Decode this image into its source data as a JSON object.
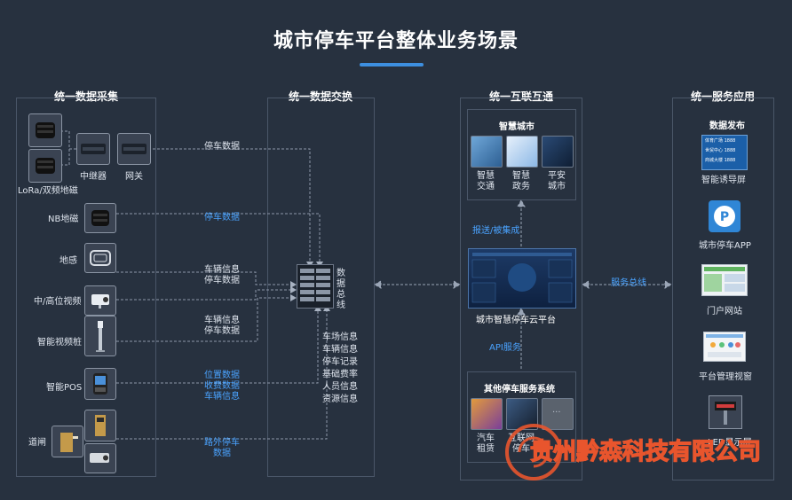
{
  "title": "城市停车平台整体业务场景",
  "columns": {
    "collect": "统一数据采集",
    "exchange": "统一数据交换",
    "interconnect": "统一互联互通",
    "service": "统一服务应用"
  },
  "collect": {
    "lora": "LoRa/双频地磁",
    "relay": "中继器",
    "gateway": "网关",
    "nb": "NB地磁",
    "loop": "地感",
    "video": "中/高位视频",
    "pile": "智能视频桩",
    "pos": "智能POS",
    "gate": "道闸"
  },
  "links": {
    "l1": "停车数据",
    "l2": "停车数据",
    "l3a": "车辆信息",
    "l3b": "停车数据",
    "l4a": "车辆信息",
    "l4b": "停车数据",
    "l5a": "位置数据",
    "l5b": "收费数据",
    "l5c": "车辆信息",
    "l6a": "路外停车",
    "l6b": "数据"
  },
  "exchange": {
    "bus_chars": [
      "数",
      "据",
      "总",
      "线"
    ],
    "items": [
      "车场信息",
      "车辆信息",
      "停车记录",
      "基础费率",
      "人员信息",
      "资源信息"
    ]
  },
  "interconnect": {
    "smart_city": "智慧城市",
    "tiles": [
      {
        "l1": "智慧",
        "l2": "交通"
      },
      {
        "l1": "智慧",
        "l2": "政务"
      },
      {
        "l1": "平安",
        "l2": "城市"
      }
    ],
    "push": "报送/被集成",
    "platform": "城市智慧停车云平台",
    "api": "API服务",
    "other": "其他停车服务系统",
    "other_tiles": [
      {
        "l1": "汽车",
        "l2": "租赁"
      },
      {
        "l1": "互联网",
        "l2": "停车"
      },
      {
        "l1": "...",
        "l2": ""
      }
    ]
  },
  "service_bus": "服务总线",
  "service": {
    "publish": "数据发布",
    "screen_rows": [
      "体育广场 1888",
      "世贸中心 1888",
      "商城大楼 1888"
    ],
    "guide": "智能诱导屏",
    "app": "城市停车APP",
    "portal": "门户网站",
    "mgmt": "平台管理视窗",
    "led": "LED显示屏"
  },
  "watermark": "贵州黔森科技有限公司",
  "colors": {
    "background": "#27313f",
    "accent": "#3d8fe0",
    "link_text": "#4aa3ff",
    "watermark": "#e8552d"
  }
}
